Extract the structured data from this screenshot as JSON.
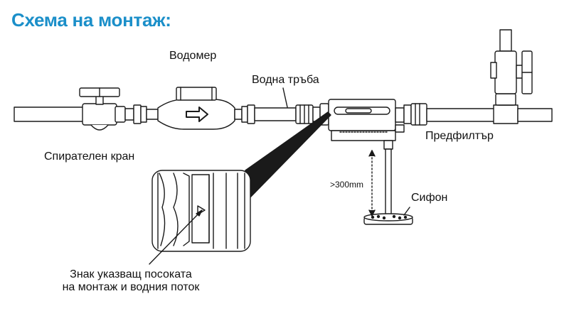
{
  "title": "Схема на монтаж:",
  "labels": {
    "water_meter": "Водомер",
    "water_pipe": "Водна тръба",
    "shutoff_valve": "Спирателен кран",
    "prefilter": "Предфилтър",
    "siphon": "Сифон",
    "distance": ">300mm",
    "flow_mark_line1": "Знак указващ посоката",
    "flow_mark_line2": "на монтаж и водния поток"
  },
  "colors": {
    "title": "#1b8fc9",
    "line": "#1a1a1a",
    "fill": "#ffffff"
  }
}
